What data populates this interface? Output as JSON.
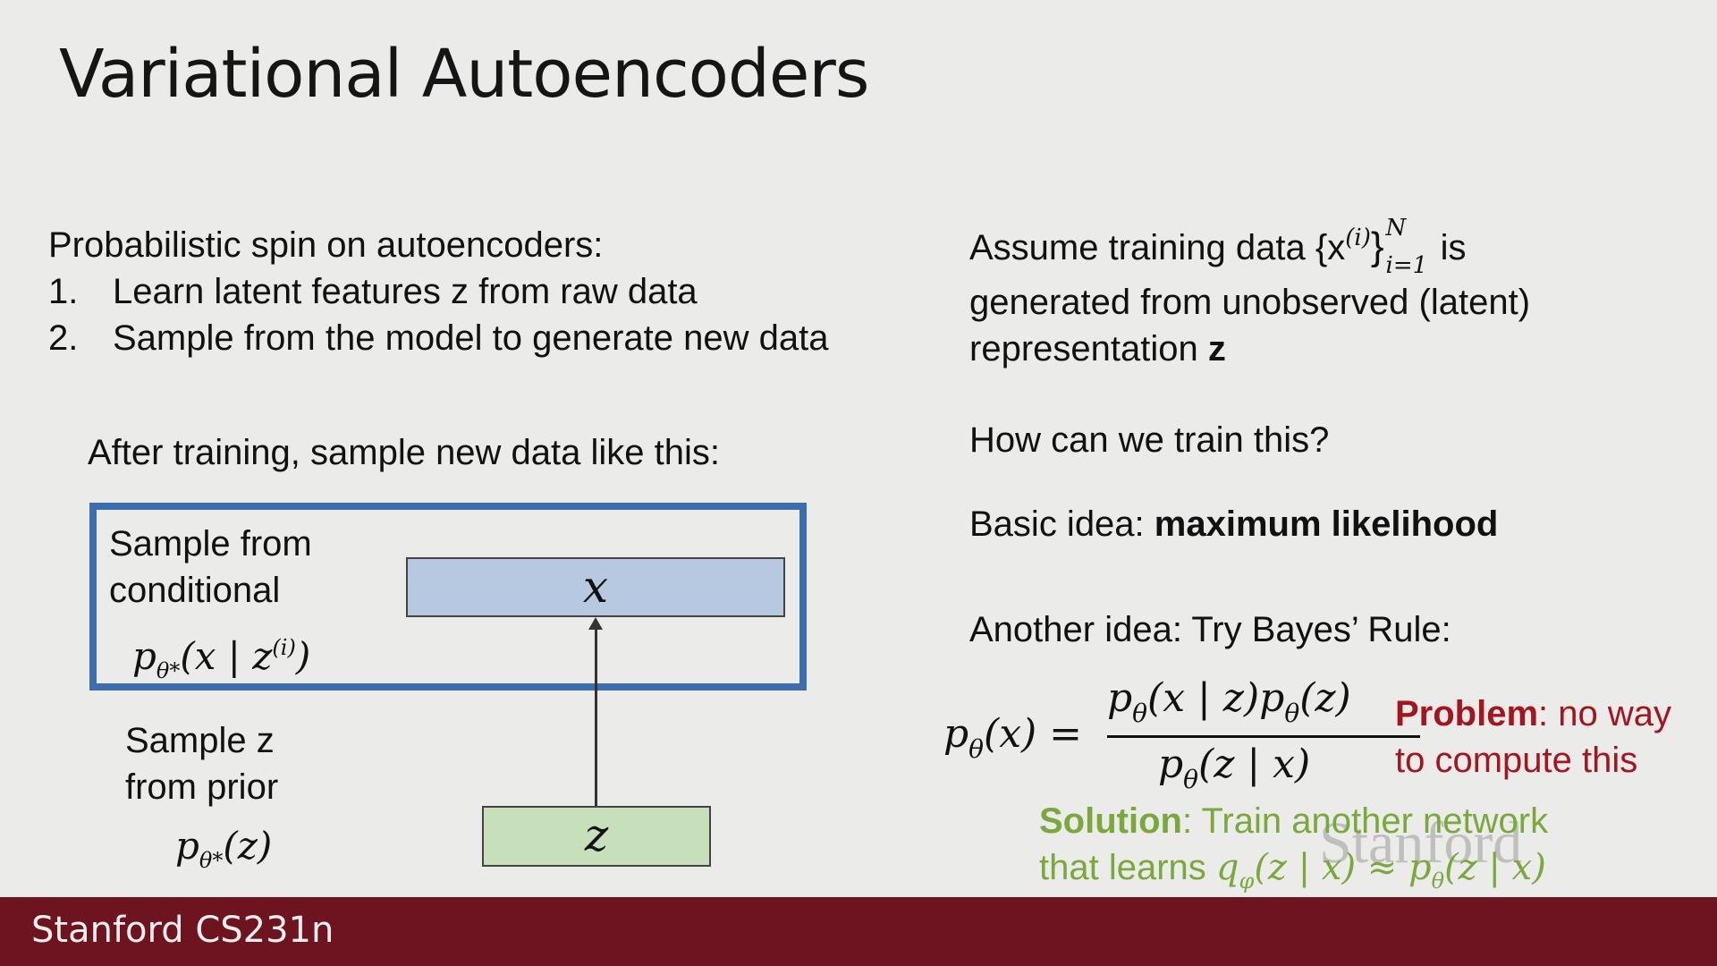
{
  "title": "Variational Autoencoders",
  "left": {
    "intro": "Probabilistic spin on autoencoders:",
    "list": [
      {
        "num": "1.",
        "text": "Learn latent features z from raw data"
      },
      {
        "num": "2.",
        "text": "Sample from the model to generate new data"
      }
    ],
    "after_training": "After training, sample new data like this:"
  },
  "diagram": {
    "conditional_line1": "Sample from",
    "conditional_line2": "conditional",
    "conditional_math_p": "p",
    "conditional_math_sub": "θ*",
    "conditional_math_args": "(x | z",
    "conditional_math_sup": "(i)",
    "conditional_math_close": ")",
    "x_label": "x",
    "prior_line1": "Sample z",
    "prior_line2": "from prior",
    "prior_math_p": "p",
    "prior_math_sub": "θ*",
    "prior_math_args": "(z)",
    "z_label": "z"
  },
  "right": {
    "assume_pre": "Assume training data {x",
    "assume_sup_i": "(i)",
    "assume_brace": "}",
    "assume_sub": "i=1",
    "assume_sup_n": "N",
    "assume_post": " is",
    "assume_line2": "generated from unobserved (latent)",
    "assume_line3_pre": "representation ",
    "assume_line3_bold": "z",
    "question": "How can we train this?",
    "basic_pre": "Basic idea: ",
    "basic_bold": "maximum likelihood",
    "another": "Another idea: Try Bayes’ Rule:"
  },
  "formula": {
    "lhs": "p",
    "lhs_sub": "θ",
    "lhs_args": "(x) =",
    "num_p1": "p",
    "num_sub1": "θ",
    "num_args1": "(x | z)",
    "num_p2": "p",
    "num_sub2": "θ",
    "num_args2": "(z)",
    "den_p": "p",
    "den_sub": "θ",
    "den_args": "(z | x)"
  },
  "problem": {
    "bold": "Problem",
    "line1_rest": ": no way",
    "line2": "to compute this"
  },
  "solution": {
    "bold": "Solution",
    "line1_rest": ": Train another network",
    "line2_pre": "that learns ",
    "q": "q",
    "q_sub": "φ",
    "q_args": "(z | x) ≈ ",
    "p": "p",
    "p_sub": "θ",
    "p_args": "(z | x)"
  },
  "watermark": "Stanford",
  "footer": "Stanford CS231n",
  "colors": {
    "background": "#ebebe9",
    "footer": "#6e1420",
    "box_border": "#3d6eab",
    "x_fill": "#b7c9e0",
    "z_fill": "#c7dfbb",
    "problem": "#a3151f",
    "solution": "#7aa83c"
  }
}
